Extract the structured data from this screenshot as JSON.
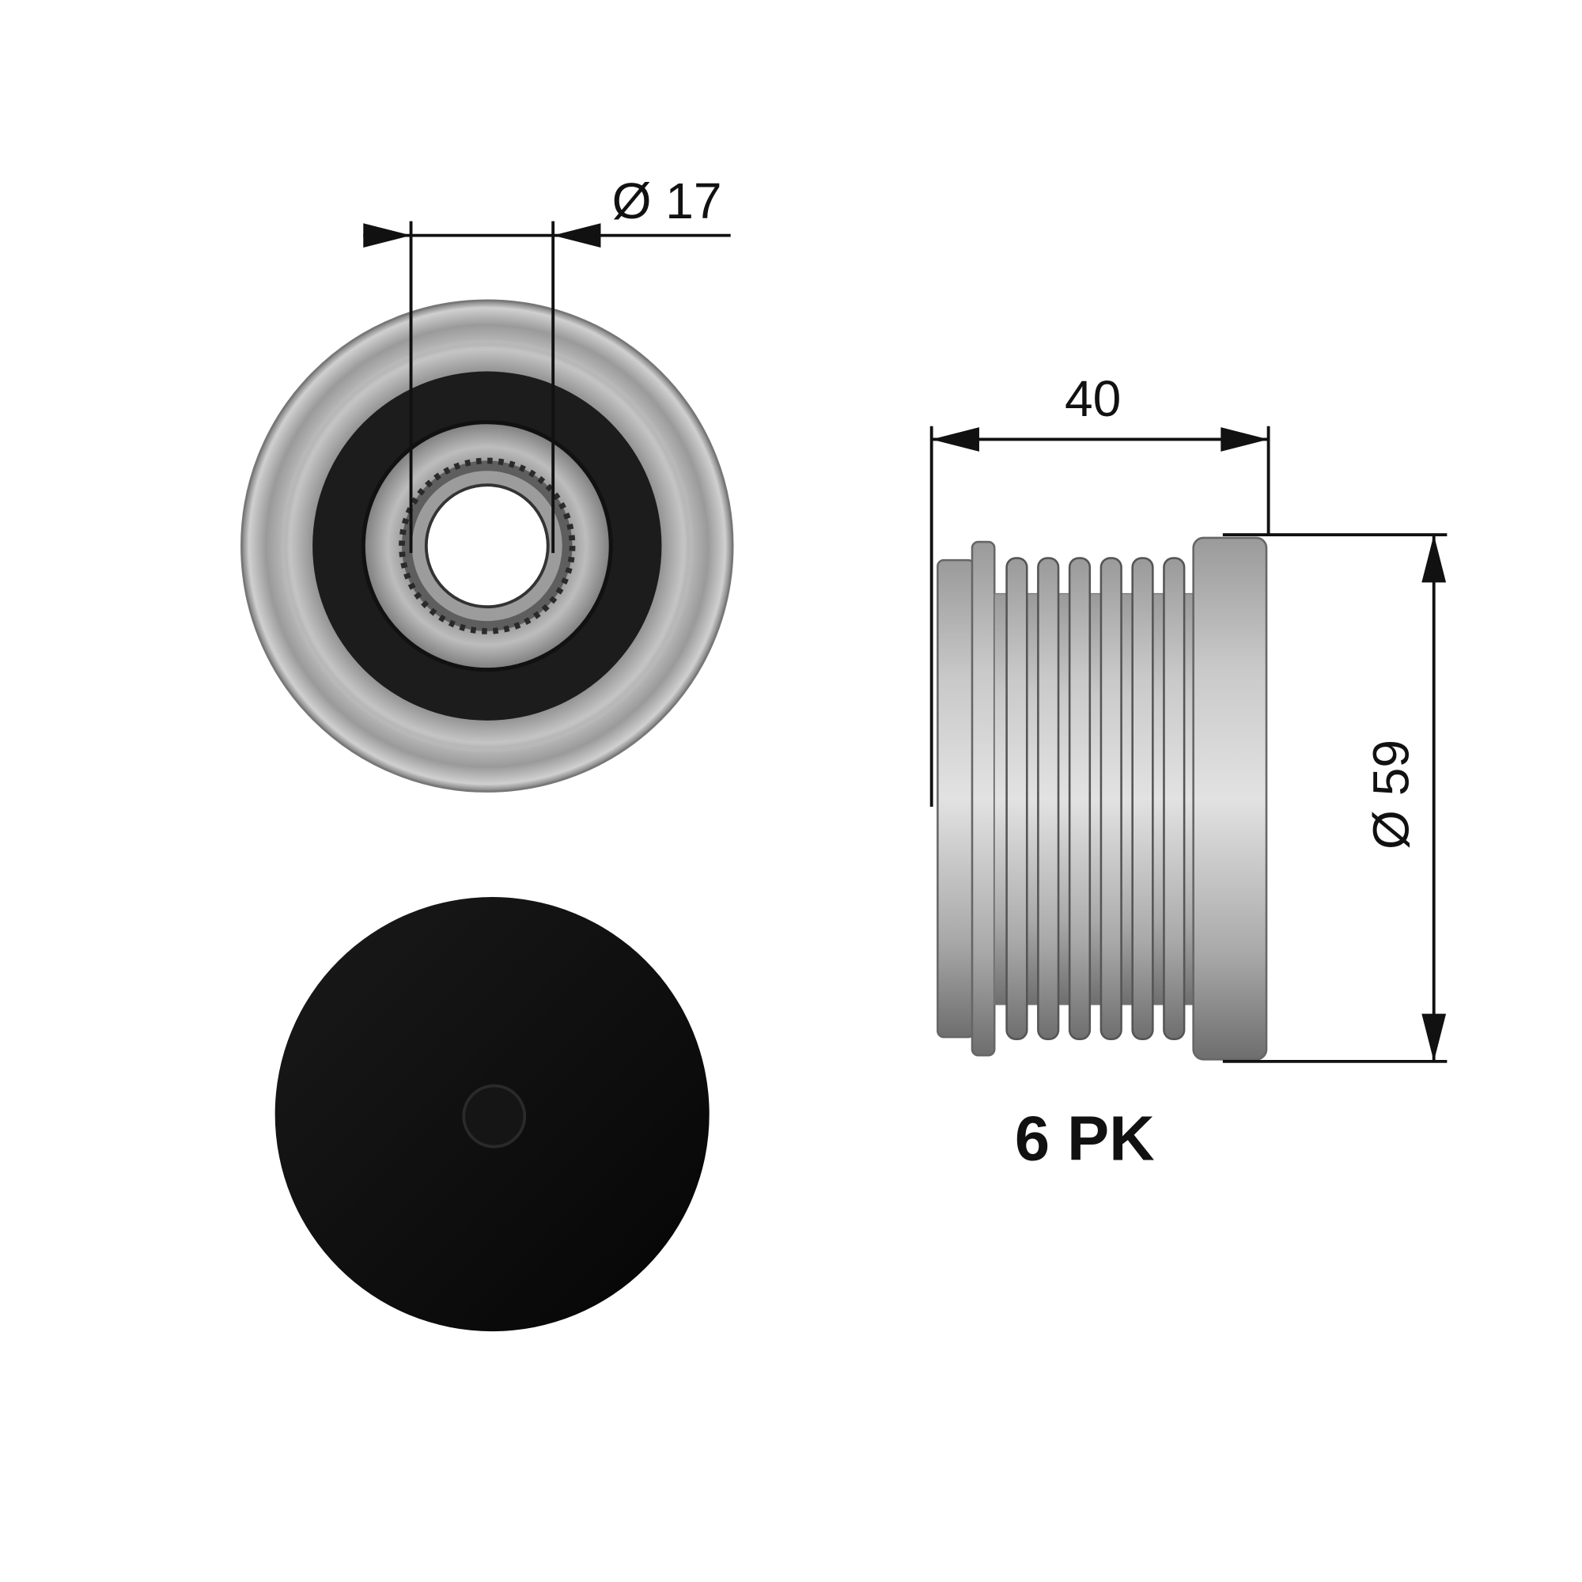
{
  "front_view": {
    "dimension_label": "Ø 17"
  },
  "side_view": {
    "width_label": "40",
    "diameter_label": "Ø 59",
    "rib_profile_label": "6 PK",
    "rib_count": 6
  },
  "colors": {
    "line": "#111111",
    "metal": "#a9a9a9",
    "rubber_seal": "#1c1c1c",
    "cap": "#0b0b0b"
  }
}
